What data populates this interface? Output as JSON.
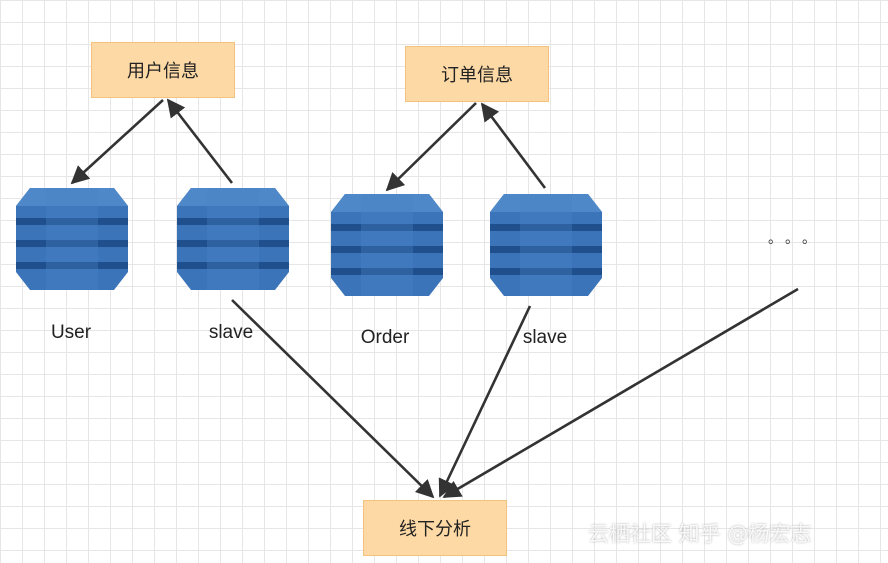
{
  "nodes": {
    "user_info": "用户信息",
    "order_info": "订单信息",
    "offline_analysis": "线下分析"
  },
  "databases": {
    "user": "User",
    "user_slave": "slave",
    "order": "Order",
    "order_slave": "slave"
  },
  "ellipsis": "。。。",
  "watermark": "云栖社区 知乎 @杨宏志",
  "colors": {
    "node_fill": "#fdd9a5",
    "db_blue": "#3b74b8",
    "db_dark": "#1f4f8c",
    "arrow": "#333333"
  }
}
